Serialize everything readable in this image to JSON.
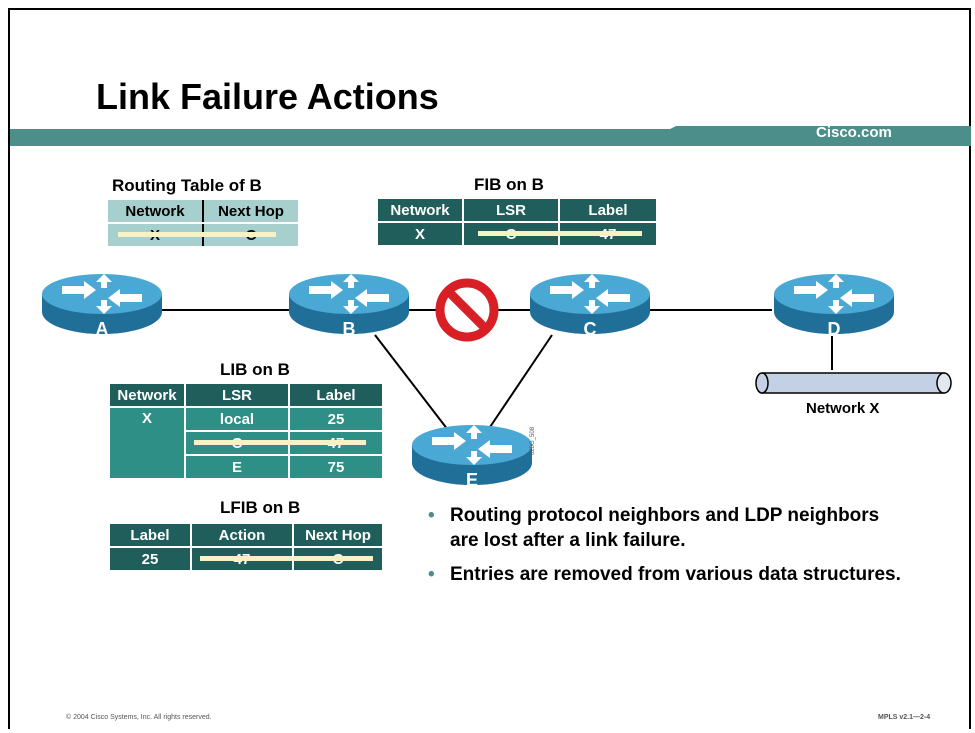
{
  "slide": {
    "title": "Link Failure Actions",
    "brand": "Cisco.com",
    "footer_copyright": "© 2004 Cisco Systems, Inc. All rights reserved.",
    "footer_course": "MPLS v2.1—2-4",
    "figure_code": "020G_508"
  },
  "routing_table": {
    "title": "Routing Table of B",
    "headers": [
      "Network",
      "Next Hop"
    ],
    "rows": [
      [
        "X",
        "C"
      ]
    ],
    "struck_rows": [
      0
    ]
  },
  "fib": {
    "title": "FIB on B",
    "headers": [
      "Network",
      "LSR",
      "Label"
    ],
    "rows": [
      [
        "X",
        "C",
        "47"
      ]
    ],
    "struck": "LSR and Label struck out"
  },
  "lib": {
    "title": "LIB on B",
    "headers": [
      "Network",
      "LSR",
      "Label"
    ],
    "network": "X",
    "rows": [
      [
        "local",
        "25"
      ],
      [
        "C",
        "47"
      ],
      [
        "E",
        "75"
      ]
    ],
    "struck_rows": [
      1
    ]
  },
  "lfib": {
    "title": "LFIB on B",
    "headers": [
      "Label",
      "Action",
      "Next Hop"
    ],
    "rows": [
      [
        "25",
        "47",
        "C"
      ]
    ]
  },
  "routers": [
    {
      "id": "A",
      "label": "A"
    },
    {
      "id": "B",
      "label": "B"
    },
    {
      "id": "C",
      "label": "C"
    },
    {
      "id": "D",
      "label": "D"
    },
    {
      "id": "E",
      "label": "E"
    }
  ],
  "network_label": "Network X",
  "bullets": [
    "Routing protocol neighbors and LDP neighbors are lost after a link failure.",
    "Entries are removed from various data structures."
  ],
  "colors": {
    "router_body": "#2a8fbf",
    "router_top": "#6ec4e6",
    "table_header": "#1f5e5a",
    "table_body": "#2d8f85",
    "routing_table_bg": "#a6cfcd",
    "strike": "#f7f2c5",
    "band": "#4c8f8a",
    "fail_symbol": "#d81f26"
  },
  "icons": {
    "router": "router-icon",
    "failure": "link-failure-icon",
    "bullet": "bullet-icon"
  }
}
